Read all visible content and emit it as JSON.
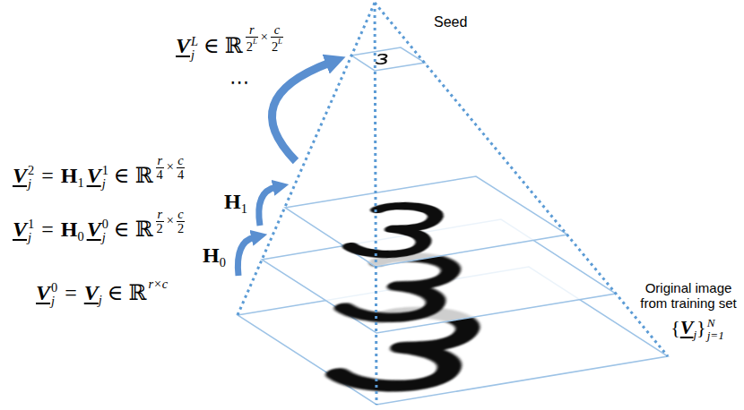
{
  "diagram": {
    "labels": [
      "V",
      "L",
      "j",
      "∈ ℝ",
      "r",
      "2",
      "L",
      "×",
      "c",
      "2",
      "L",
      "⋯",
      "Seed",
      "V",
      "2",
      "j",
      "=",
      "H",
      "1",
      "V",
      "1",
      "j",
      "∈ ℝ",
      "r",
      "4",
      "×",
      "c",
      "4",
      "H",
      "1",
      "V",
      "1",
      "j",
      "=",
      "H",
      "0",
      "V",
      "0",
      "j",
      "∈ ℝ",
      "r",
      "2",
      "×",
      "c",
      "2",
      "H",
      "0",
      "V",
      "0",
      "j",
      "=",
      "V",
      "j",
      "∈ ℝ",
      "r×c",
      "Original image from training set",
      "{",
      "V",
      "j",
      "}",
      "N",
      "j=1"
    ]
  }
}
